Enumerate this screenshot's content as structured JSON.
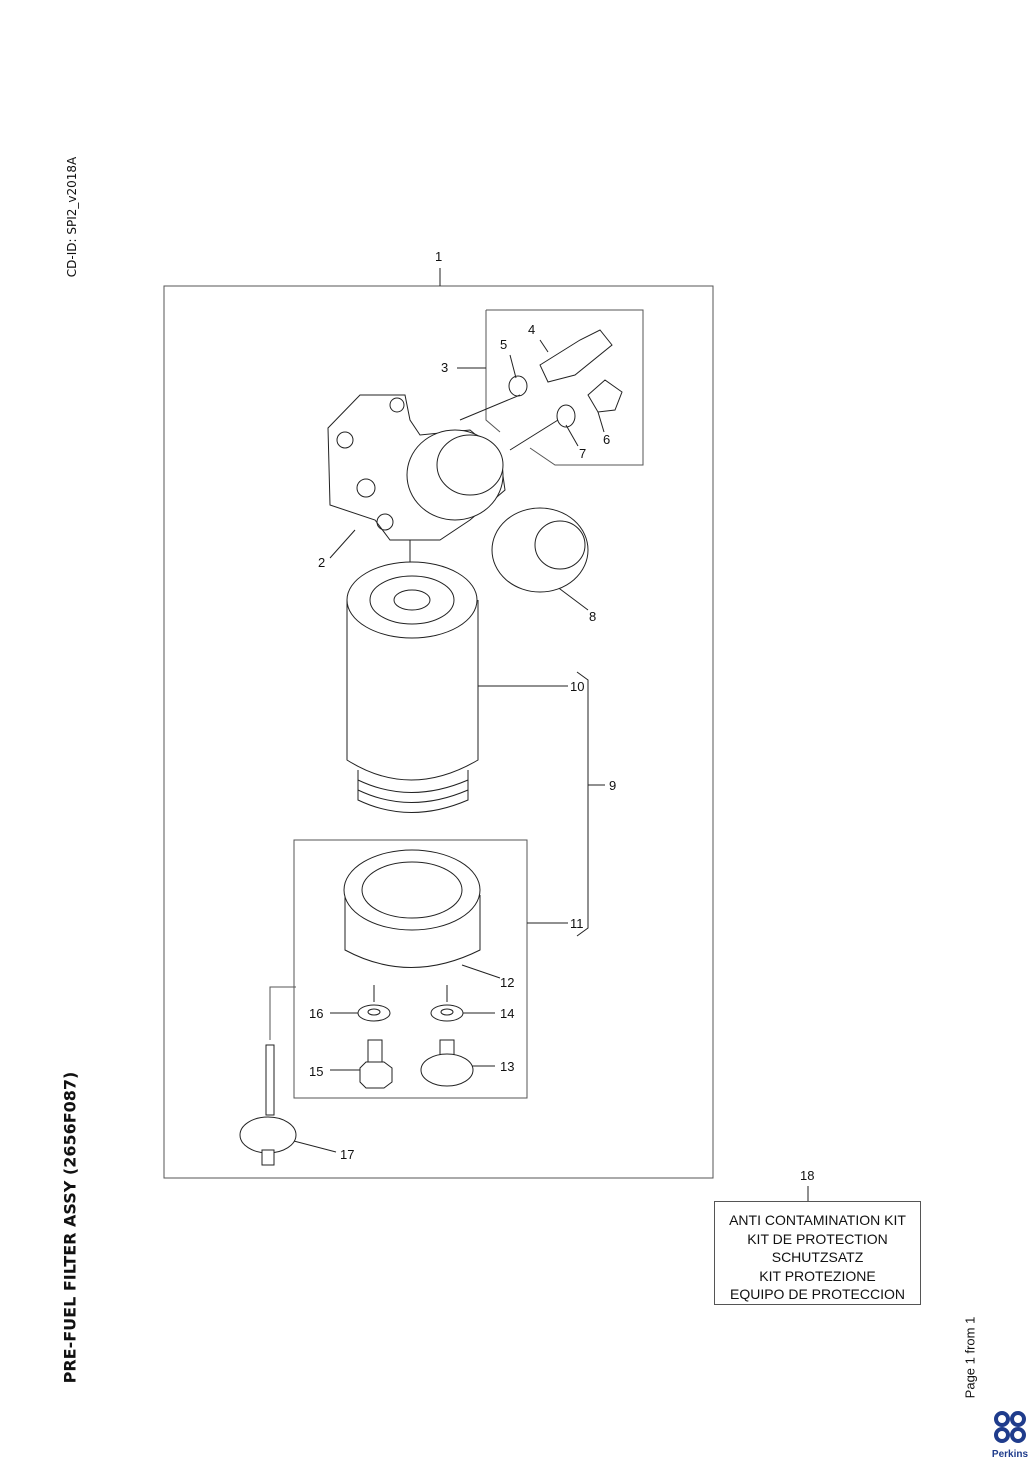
{
  "doc_id": "CD-ID: SPI2_v2018A",
  "title": "PRE-FUEL FILTER ASSY (2656F087)",
  "page_label": "Page 1 from 1",
  "brand": "Perkins",
  "brand_color": "#1f3c8c",
  "callouts": [
    "1",
    "2",
    "3",
    "4",
    "5",
    "6",
    "7",
    "8",
    "9",
    "10",
    "11",
    "12",
    "13",
    "14",
    "15",
    "16",
    "17",
    "18"
  ],
  "kit": {
    "lines": [
      "ANTI CONTAMINATION KIT",
      "KIT DE PROTECTION",
      "SCHUTZSATZ",
      "KIT PROTEZIONE",
      "EQUIPO DE PROTECCION"
    ]
  }
}
